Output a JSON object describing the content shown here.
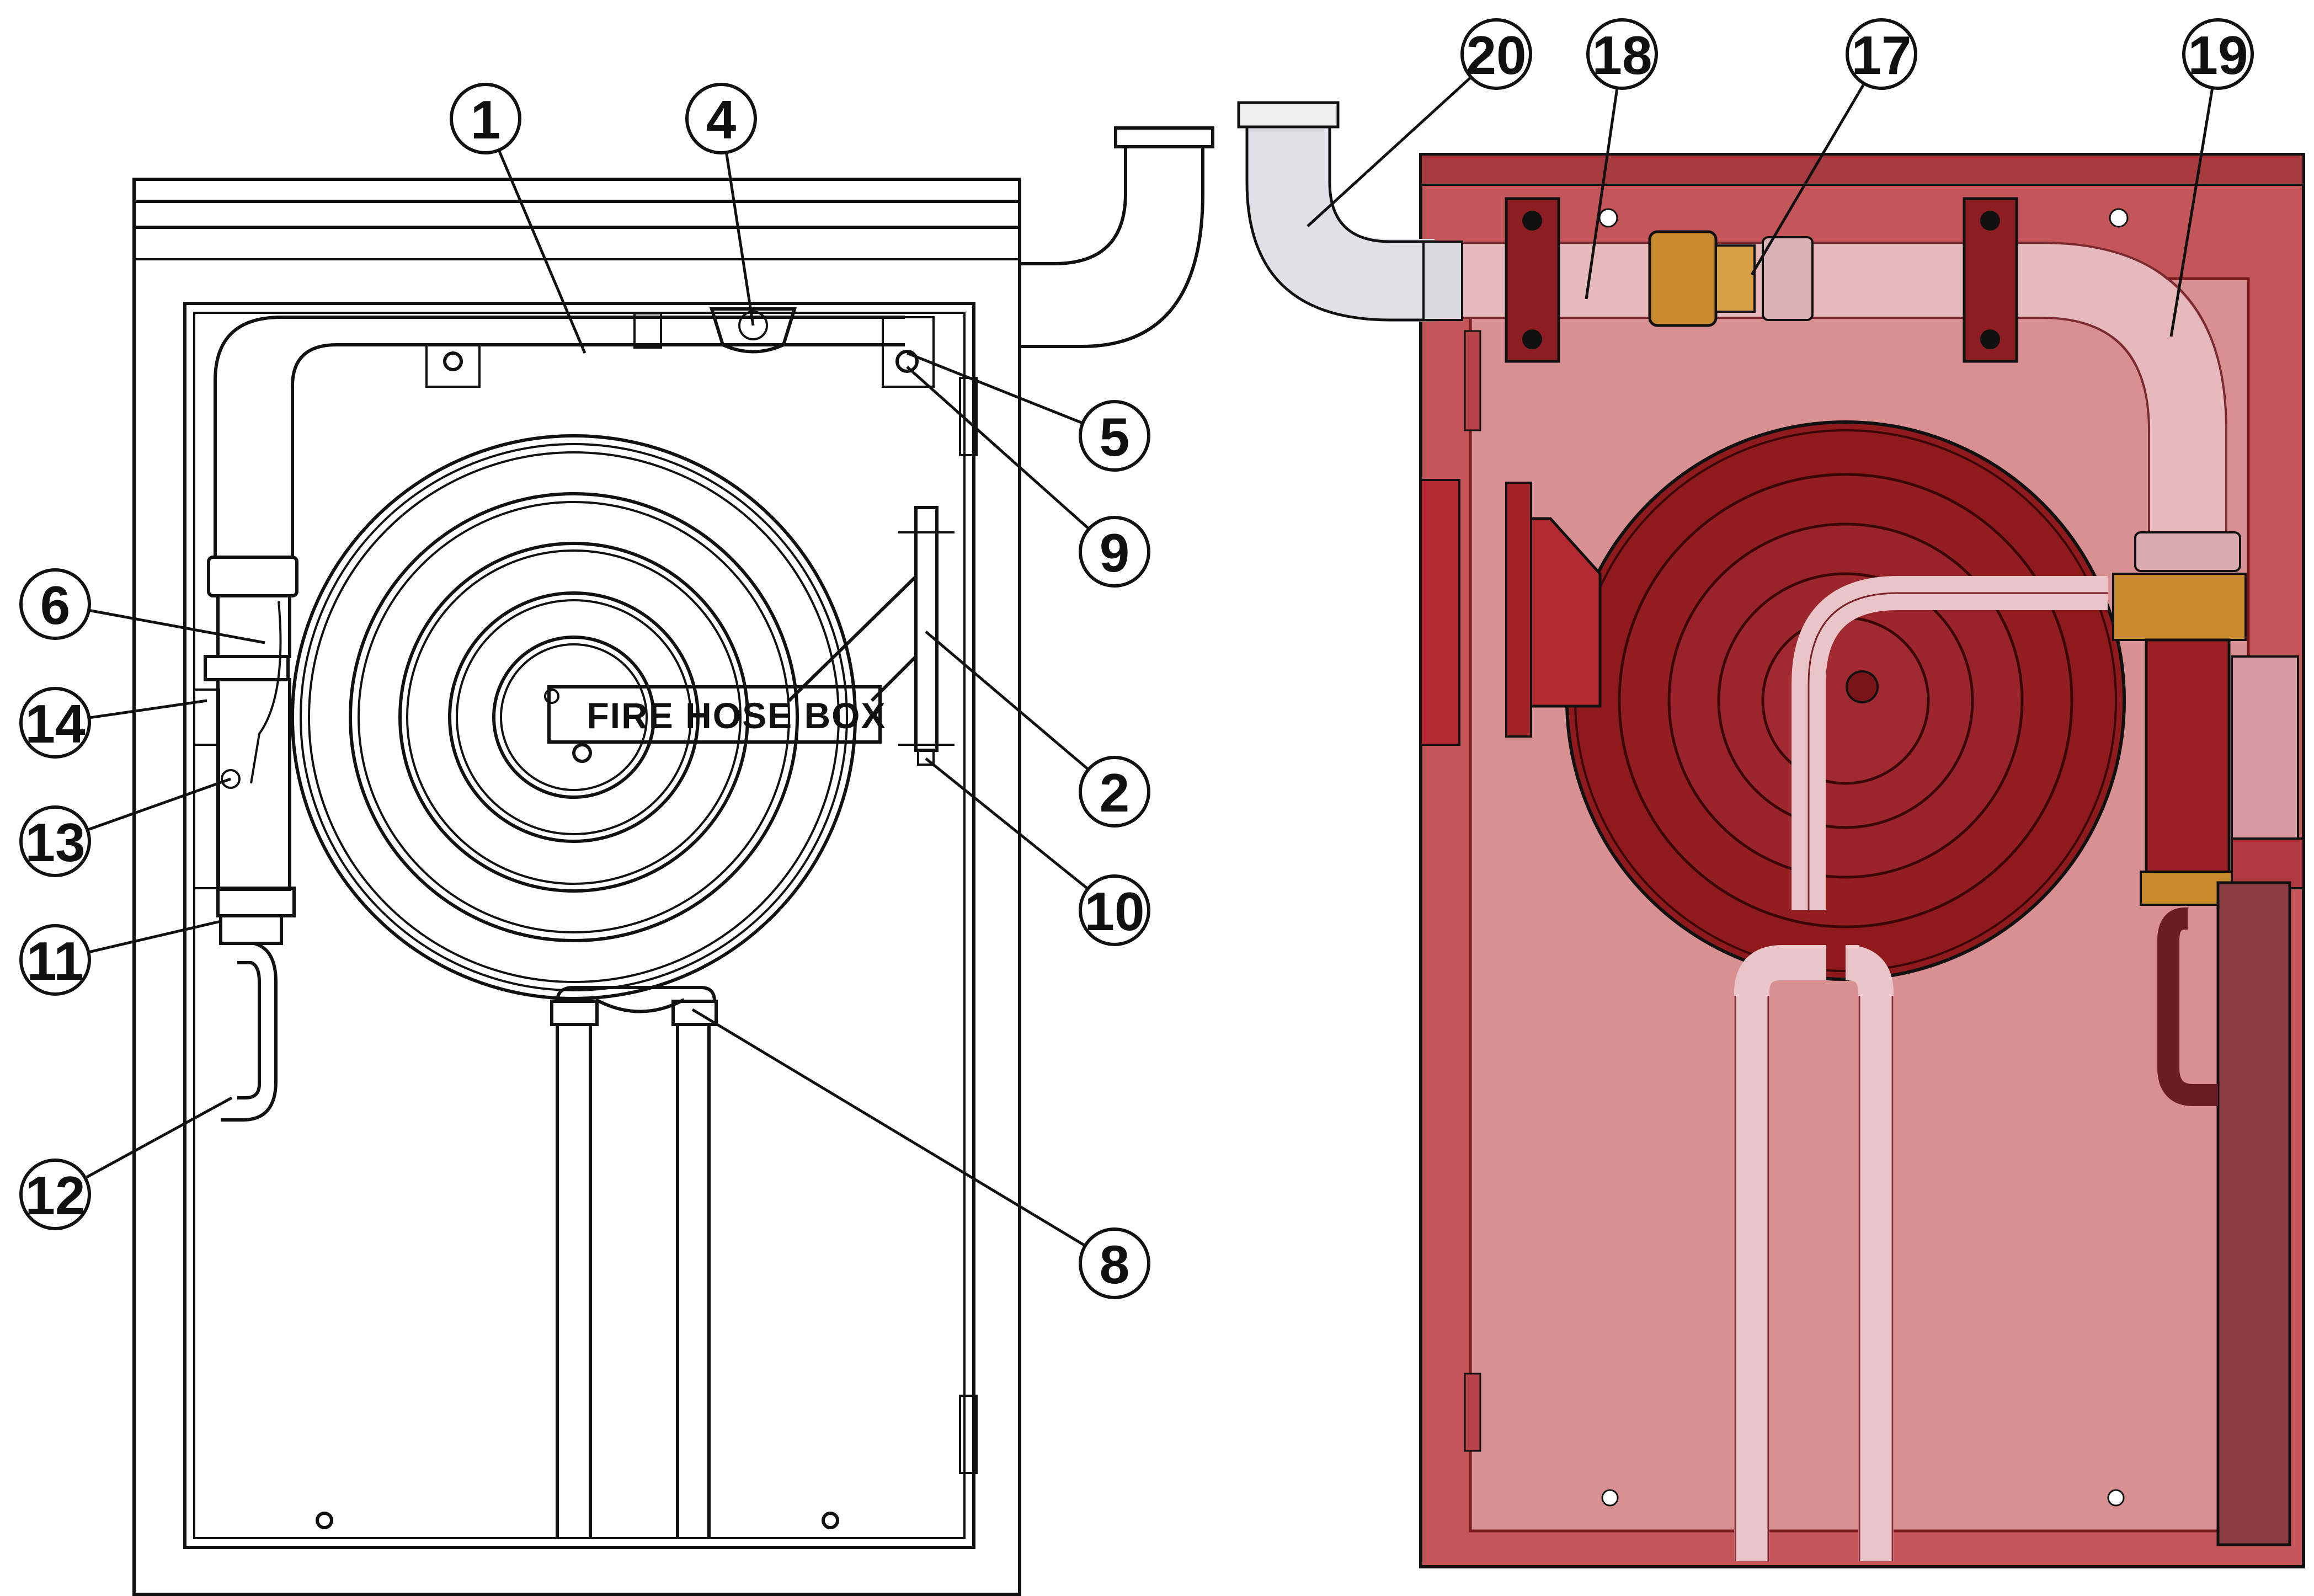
{
  "reel_label": "FIRE HOSE BOX",
  "colors": {
    "cabinet_red": "#c4565a",
    "cabinet_dark": "#8c1d22",
    "reel_red": "#8e1a1e",
    "pipe_pink": "#e9c4c8",
    "brass": "#c98a2e",
    "line": "#111111"
  },
  "callouts": [
    {
      "id": "c1",
      "label": "1"
    },
    {
      "id": "c4",
      "label": "4"
    },
    {
      "id": "c5",
      "label": "5"
    },
    {
      "id": "c9",
      "label": "9"
    },
    {
      "id": "c6",
      "label": "6"
    },
    {
      "id": "c14",
      "label": "14"
    },
    {
      "id": "c13",
      "label": "13"
    },
    {
      "id": "c11",
      "label": "11"
    },
    {
      "id": "c12",
      "label": "12"
    },
    {
      "id": "c2",
      "label": "2"
    },
    {
      "id": "c10",
      "label": "10"
    },
    {
      "id": "c8",
      "label": "8"
    },
    {
      "id": "c20",
      "label": "20"
    },
    {
      "id": "c18",
      "label": "18"
    },
    {
      "id": "c17",
      "label": "17"
    },
    {
      "id": "c19",
      "label": "19"
    }
  ]
}
